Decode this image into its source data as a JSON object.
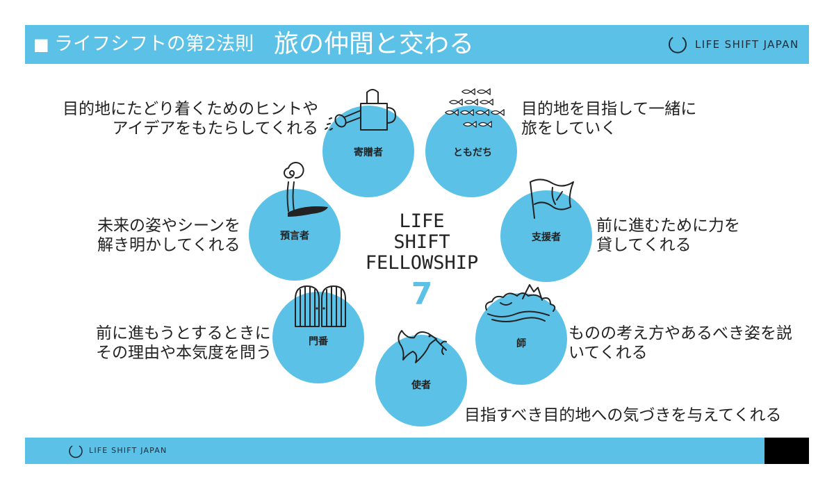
{
  "header": {
    "marker": "■",
    "law": "ライフシフトの第2法則",
    "title": "旅の仲間と交わる",
    "logo": "LIFE SHIFT JAPAN"
  },
  "center": {
    "lines": [
      "LIFE",
      "SHIFT",
      "FELLOWSHIP"
    ],
    "number": "7"
  },
  "roles": [
    {
      "name": "寄贈者",
      "icon": "watering-can-icon",
      "desc": [
        "目的地にたどり着くためのヒントや",
        "アイデアをもたらしてくれる"
      ]
    },
    {
      "name": "ともだち",
      "icon": "fish-school-icon",
      "desc": [
        "目的地を目指して一緒に",
        "旅をしていく"
      ]
    },
    {
      "name": "支援者",
      "icon": "flag-icon",
      "desc": [
        "前に進むために力を",
        "貸してくれる"
      ]
    },
    {
      "name": "師",
      "icon": "mountain-icon",
      "desc": [
        "ものの考え方やあるべき姿を説",
        "いてくれる"
      ]
    },
    {
      "name": "使者",
      "icon": "dove-icon",
      "desc": [
        "目指すべき目的地への気づきを与えてくれる"
      ]
    },
    {
      "name": "門番",
      "icon": "gate-icon",
      "desc": [
        "前に進もうとするときに",
        "その理由や本気度を問う"
      ]
    },
    {
      "name": "預言者",
      "icon": "spiral-smoke-icon",
      "desc": [
        "未来の姿やシーンを",
        "解き明かしてくれる"
      ]
    }
  ],
  "footer": {
    "logo": "LIFE SHIFT JAPAN"
  },
  "colors": {
    "accent": "#5cc1e6",
    "text": "#222222",
    "header_text": "#ffffff",
    "footer_block": "#000000"
  }
}
